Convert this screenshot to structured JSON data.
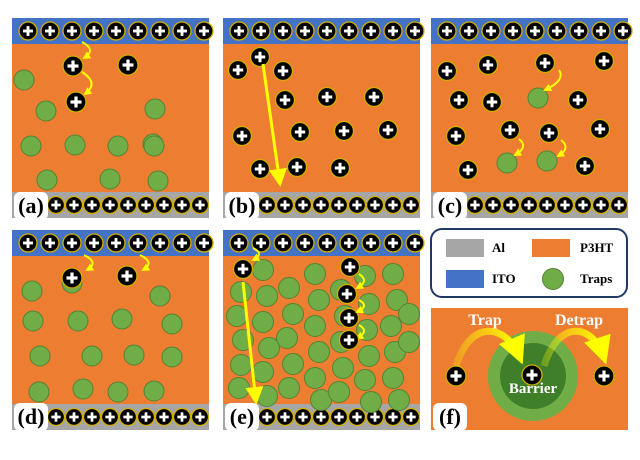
{
  "panels": [
    {
      "id": "a",
      "label": "(a)"
    },
    {
      "id": "b",
      "label": "(b)"
    },
    {
      "id": "c",
      "label": "(c)"
    },
    {
      "id": "d",
      "label": "(d)"
    },
    {
      "id": "e",
      "label": "(e)"
    },
    {
      "id": "f",
      "label": "(f)"
    }
  ],
  "legend": [
    {
      "label": "Al",
      "color": "#a6a6a6"
    },
    {
      "label": "P3HT",
      "color": "#ed7d31"
    },
    {
      "label": "ITO",
      "color": "#4472c4"
    },
    {
      "label": "Traps",
      "color": "#70ad47"
    }
  ],
  "mechanism": {
    "trap_label": "Trap",
    "detrap_label": "Detrap",
    "barrier_label": "Barrier"
  },
  "colors": {
    "ito": "#4472c4",
    "p3ht": "#ed7d31",
    "al": "#a6a6a6",
    "trap": "#70ad47",
    "trap_edge": "#548235",
    "arrow": "#ffff00",
    "legend_border": "#1f3864"
  }
}
